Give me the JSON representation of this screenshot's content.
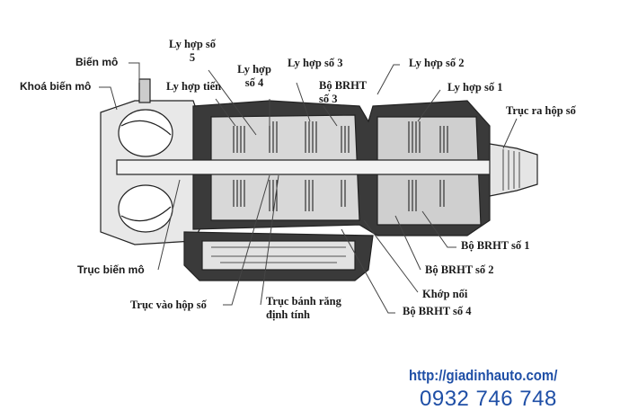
{
  "labels": {
    "bien_mo": "Biến mô",
    "khoa_bien_mo": "Khoá biến mô",
    "ly_hop_so_5_l1": "Ly hợp số",
    "ly_hop_so_5_l2": "5",
    "ly_hop_tien": "Ly hợp tiến",
    "ly_hop_so_4_l1": "Ly hợp",
    "ly_hop_so_4_l2": "số 4",
    "ly_hop_so_3": "Ly hợp số 3",
    "bo_brht_so_3_l1": "Bộ BRHT",
    "bo_brht_so_3_l2": "số 3",
    "ly_hop_so_2": "Ly hợp số 2",
    "ly_hop_so_1": "Ly hợp số 1",
    "truc_ra_hop_so": "Trục ra hộp số",
    "bo_brht_so_1": "Bộ BRHT số 1",
    "bo_brht_so_2": "Bộ BRHT số 2",
    "truc_bien_mo": "Trục biến mô",
    "truc_vao_hop_so": "Trục  vào hộp số",
    "truc_banh_rang_l1": "Trục bánh răng",
    "truc_banh_rang_l2": "định tính",
    "khop_noi": "Khớp nối",
    "bo_brht_so_4": "Bộ BRHT số 4"
  },
  "watermark": {
    "url": "http://giadinhauto.com/",
    "phone": "0932 746 748"
  },
  "colors": {
    "ink": "#1a1a1a",
    "brand": "#1f4fa6"
  }
}
